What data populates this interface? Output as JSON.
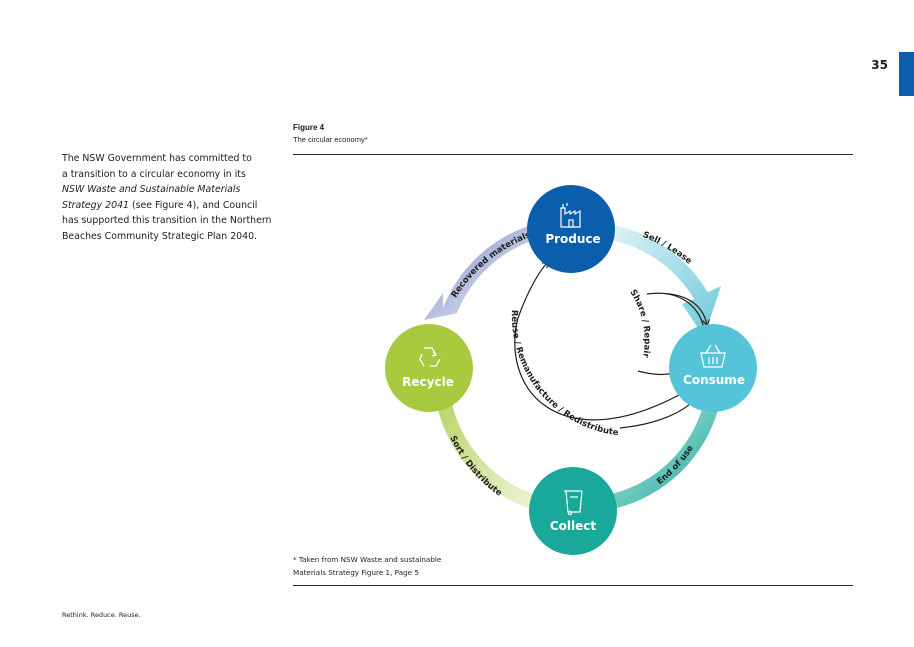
{
  "page": {
    "number": "35"
  },
  "figure": {
    "label": "Figure 4",
    "caption": "The circular economy*"
  },
  "body": {
    "lines": [
      {
        "text": "The NSW Government has committed to",
        "italic": false
      },
      {
        "text": "a transition to a circular economy in its",
        "italic": false
      },
      {
        "text": "NSW Waste and Sustainable Materials",
        "italic": true
      },
      {
        "parts": [
          {
            "text": "Strategy 2041",
            "italic": true
          },
          {
            "text": " (see Figure 4), and Council",
            "italic": false
          }
        ]
      },
      {
        "text": "has supported this transition in the Northern",
        "italic": false
      },
      {
        "text": "Beaches Community Strategic Plan 2040.",
        "italic": false
      }
    ]
  },
  "diagram": {
    "nodes": {
      "produce": {
        "label": "Produce",
        "color": "#0a5eab",
        "icon": "factory-icon"
      },
      "consume": {
        "label": "Consume",
        "color": "#55c4d9",
        "icon": "basket-icon"
      },
      "collect": {
        "label": "Collect",
        "color": "#1aa89b",
        "icon": "bin-icon"
      },
      "recycle": {
        "label": "Recycle",
        "color": "#a9c93f",
        "icon": "recycle-icon"
      }
    },
    "arcs": {
      "sell_lease": "Sell / Lease",
      "end_of_use": "End of use",
      "sort_distribute": "Sort / Distribute",
      "recovered_materials": "Recovered materials",
      "share_repair": "Share / Repair",
      "reuse": "Reuse / Remanufacture / Redistribute"
    }
  },
  "footnote": {
    "line1": "* Taken from NSW Waste and sustainable",
    "line2": "Materials Strategy Figure 1, Page 5"
  },
  "footer": {
    "text": "Rethink. Reduce. Reuse."
  },
  "colors": {
    "accent_blue": "#0a5eab"
  }
}
